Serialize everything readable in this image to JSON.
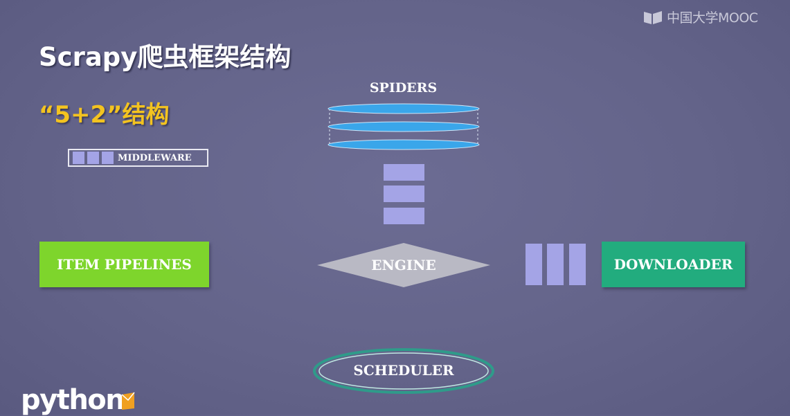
{
  "brand": {
    "platform": "中国大学MOOC",
    "language_logo": "python"
  },
  "slide": {
    "title": "Scrapy爬虫框架结构",
    "subtitle": "“5+2”结构"
  },
  "legend": {
    "label": "MIDDLEWARE"
  },
  "diagram": {
    "spiders": "SPIDERS",
    "item_pipelines": "ITEM PIPELINES",
    "engine": "ENGINE",
    "downloader": "DOWNLOADER",
    "scheduler": "SCHEDULER"
  },
  "colors": {
    "background": "#64648a",
    "title_text": "#ffffff",
    "subtitle_text": "#f3c320",
    "middleware": "#a4a4e6",
    "spiders": "#3aa6ea",
    "item_pipelines": "#7ed52c",
    "engine": "#b9b9c4",
    "downloader": "#22ac7e",
    "scheduler_ring": "#2f9b8a"
  }
}
